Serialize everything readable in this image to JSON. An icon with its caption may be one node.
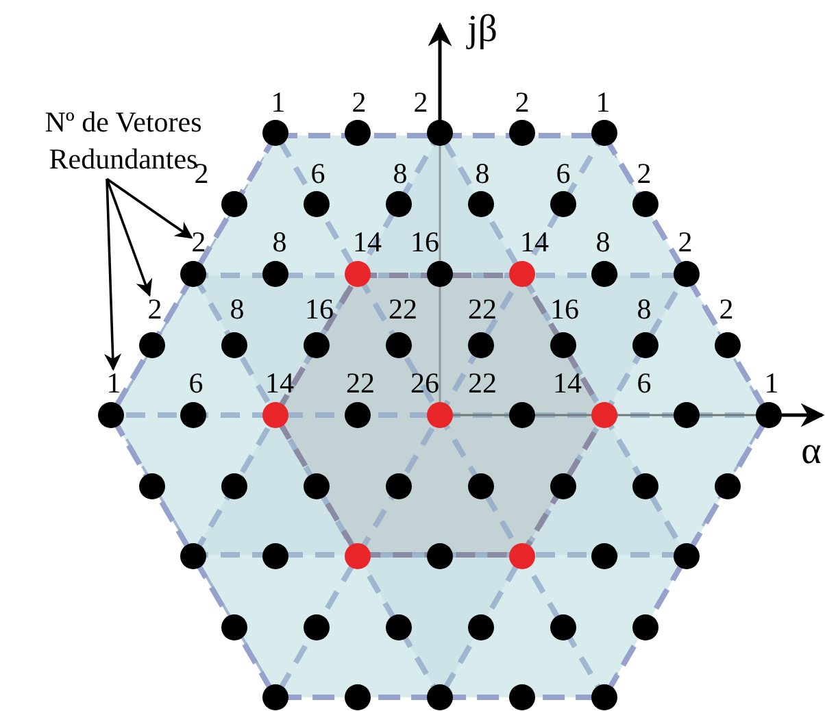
{
  "diagram": {
    "nodes": [
      {
        "text": [
          "Nº de Vetores Redundantes"
        ]
      },
      {
        "text": [
          "2"
        ]
      },
      {
        "text": [
          "2"
        ]
      },
      {
        "text": [
          "1"
        ]
      }
    ],
    "edges": [
      {
        "from": 0,
        "to": 1,
        "arrow": "to"
      },
      {
        "from": 0,
        "to": 2,
        "arrow": "to"
      },
      {
        "from": 0,
        "to": 3,
        "arrow": "to"
      }
    ],
    "labels": [
      "jβ",
      "1",
      "2",
      "2",
      "2",
      "1",
      "2",
      "6",
      "8",
      "8",
      "6",
      "2",
      "8",
      "14",
      "16",
      "14",
      "8",
      "2",
      "8",
      "16",
      "22",
      "22",
      "16",
      "8",
      "2",
      "6",
      "14",
      "22",
      "26",
      "22",
      "14",
      "6",
      "1",
      "α"
    ]
  }
}
